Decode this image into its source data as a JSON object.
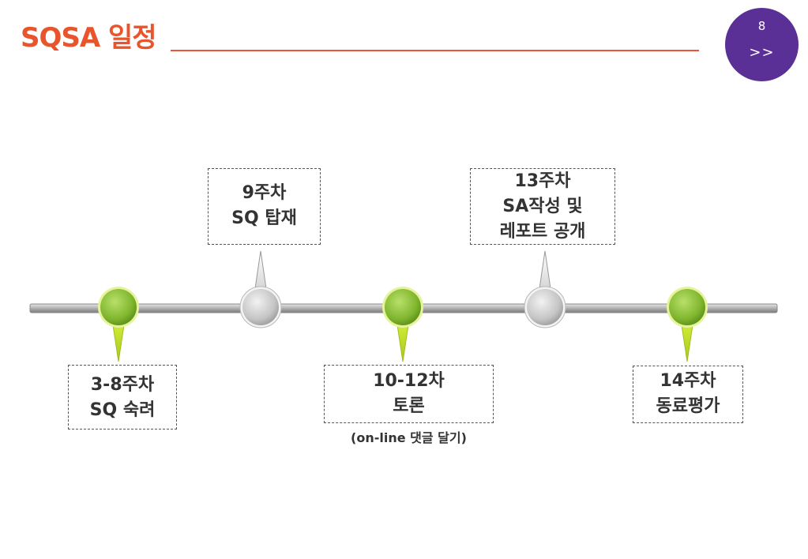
{
  "header": {
    "title": "SQSA 일정",
    "page_number": "8",
    "next_label": ">>"
  },
  "milestones": [
    {
      "line1": "3-8주차",
      "line2": "SQ 숙려"
    },
    {
      "line1": "9주차",
      "line2": "SQ 탑재"
    },
    {
      "line1": "10-12차",
      "line2": "토론",
      "note": "(on-line 댓글 달기)"
    },
    {
      "line1": "13주차",
      "line2": "SA작성 및",
      "line3": "레포트 공개"
    },
    {
      "line1": "14주차",
      "line2": "동료평가"
    }
  ],
  "colors": {
    "title": "#e8542c",
    "badge": "#5a2f96",
    "marker_green": "#8cc63e",
    "marker_gray": "#bfbfbf"
  }
}
